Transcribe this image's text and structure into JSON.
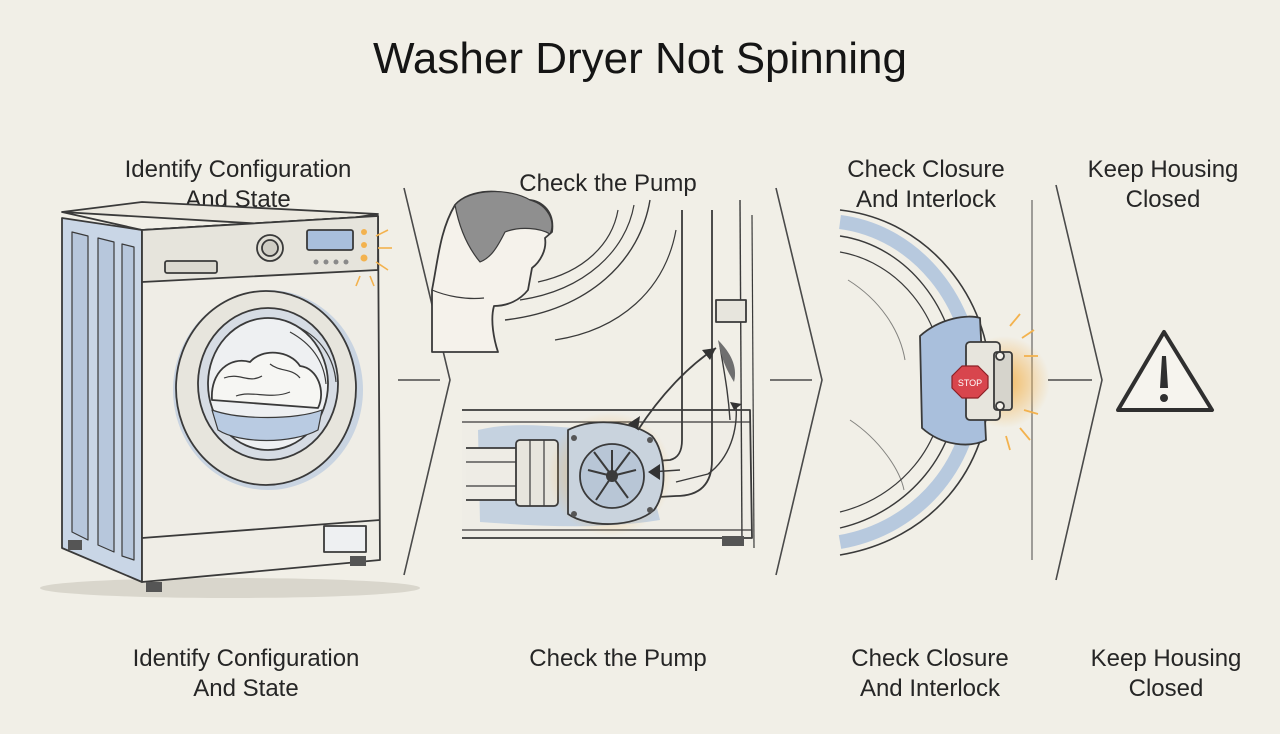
{
  "title": "Washer Dryer Not Spinning",
  "steps": [
    {
      "top_label": [
        "Identify Configuration",
        "And State"
      ],
      "bottom_label": [
        "Identify Configuration",
        "And State"
      ]
    },
    {
      "top_label": [
        "Check the Pump"
      ],
      "bottom_label": [
        "Check the Pump"
      ]
    },
    {
      "top_label": [
        "Check Closure",
        "And Interlock"
      ],
      "bottom_label": [
        "Check Closure",
        "And Interlock"
      ]
    },
    {
      "top_label": [
        "Keep Housing",
        "Closed"
      ],
      "bottom_label": [
        "Keep Housing",
        "Closed"
      ]
    }
  ],
  "stop_sign": "STOP",
  "colors": {
    "background": "#f1efe7",
    "ink": "#3a3a3a",
    "highlight_blue": "#a9bfdc",
    "highlight_orange": "#f3b24e",
    "stop_red": "#d8454d"
  }
}
